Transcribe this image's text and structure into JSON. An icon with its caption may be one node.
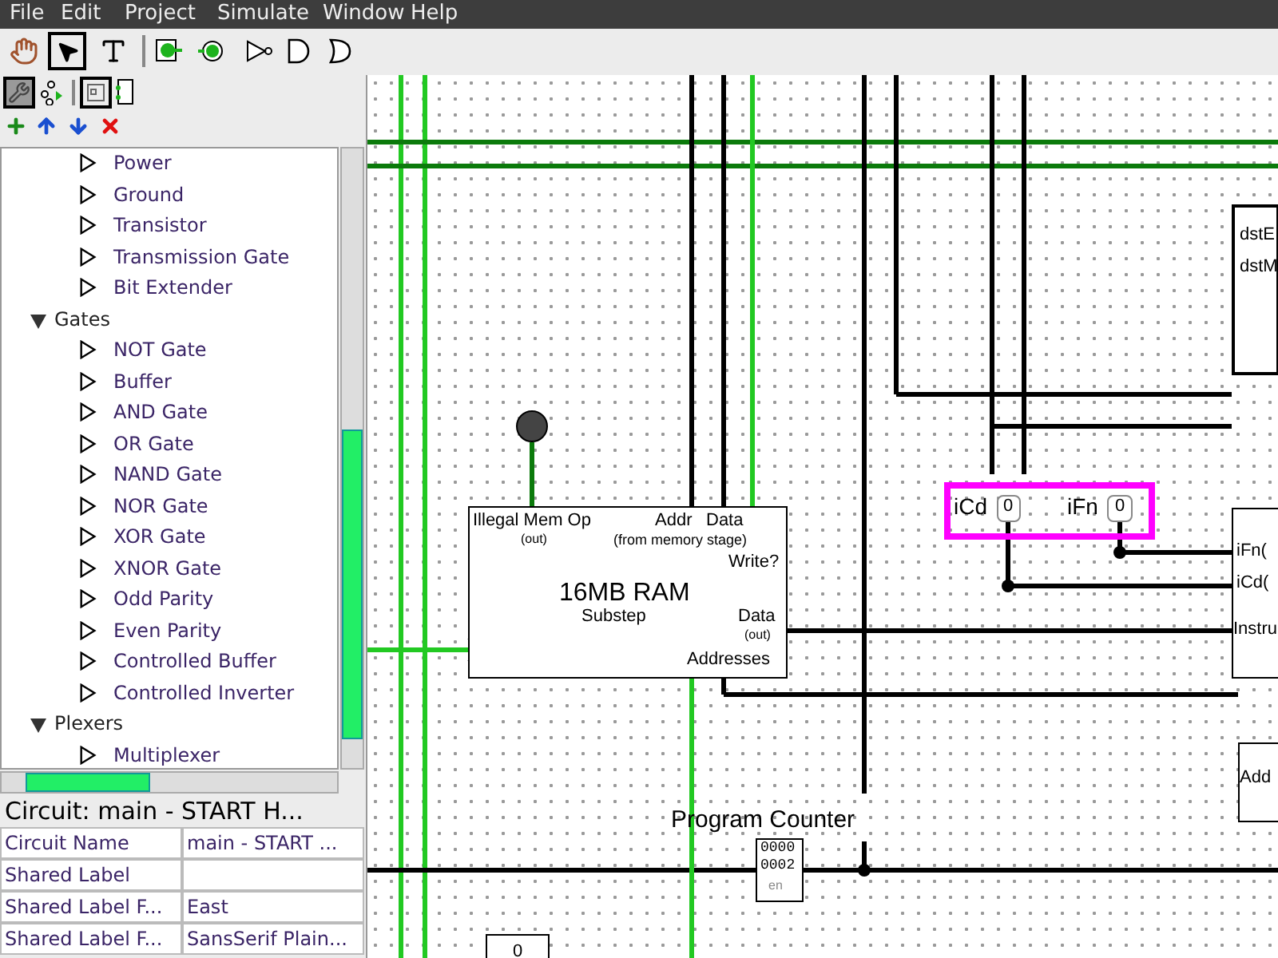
{
  "diagram": {
    "nodes": [
      {
        "text": [
          "Illegal Mem Op",
          "(out)",
          "Addr",
          "Data",
          "(from memory stage)",
          "Write?",
          "16MB RAM",
          "Data",
          "(out)",
          "Substep",
          "Addresses"
        ]
      },
      {
        "text": [],
        "shape": "circle"
      },
      {
        "text": [
          "dstE",
          "dstM"
        ]
      },
      {
        "text": [],
        "shape": "box"
      },
      {
        "text": [
          "0"
        ],
        "in": 3,
        "beside": [
          "iCd"
        ]
      },
      {
        "text": [
          "0"
        ],
        "in": 3,
        "beside": [
          "iFn"
        ]
      },
      {
        "text": [
          "iFn(",
          "iCd(",
          "Instru"
        ]
      },
      {
        "text": [
          "Add"
        ]
      },
      {
        "text": [
          "0000",
          "0002",
          "en"
        ],
        "beside": [
          "Program Counter"
        ]
      },
      {
        "text": [
          "0"
        ]
      }
    ],
    "edges": [
      {
        "from": 1,
        "to": 0,
        "arrow": "none",
        "color": "#0b7a0b"
      },
      {
        "from": 4,
        "to": 6,
        "arrow": "none"
      },
      {
        "from": 5,
        "to": 6,
        "arrow": "none"
      },
      {
        "from": 0,
        "to": 6,
        "arrow": "none"
      }
    ],
    "labels": [
      "File",
      "Edit",
      "Project",
      "Simulate",
      "Window",
      "Help",
      "Power",
      "Ground",
      "Transistor",
      "Transmission Gate",
      "Bit Extender",
      "Gates",
      "NOT Gate",
      "Buffer",
      "AND Gate",
      "OR Gate",
      "NAND Gate",
      "NOR Gate",
      "XOR Gate",
      "XNOR Gate",
      "Odd Parity",
      "Even Parity",
      "Controlled Buffer",
      "Controlled Inverter",
      "Plexers",
      "Multiplexer",
      "Circuit: main - START H...",
      "Circuit Name",
      "main - START ...",
      "Shared Label",
      "Shared Label F...",
      "East",
      "Shared Label F...",
      "SansSerif Plain..."
    ]
  }
}
